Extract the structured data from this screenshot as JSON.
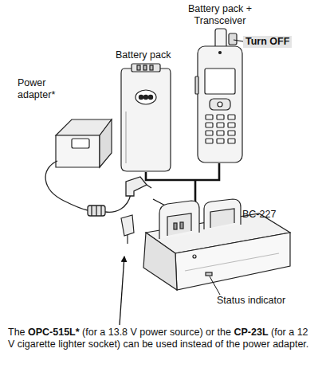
{
  "diagram": {
    "labels": [
      "Battery pack + Transceiver",
      "Turn OFF",
      "Battery pack",
      "Power adapter*",
      "BC-227",
      "Status indicator",
      "The OPC-515L* (for a 13.8 V power source) or the CP-23L (for a 12 V cigarette lighter socket) can be used instead of the power adapter."
    ]
  }
}
